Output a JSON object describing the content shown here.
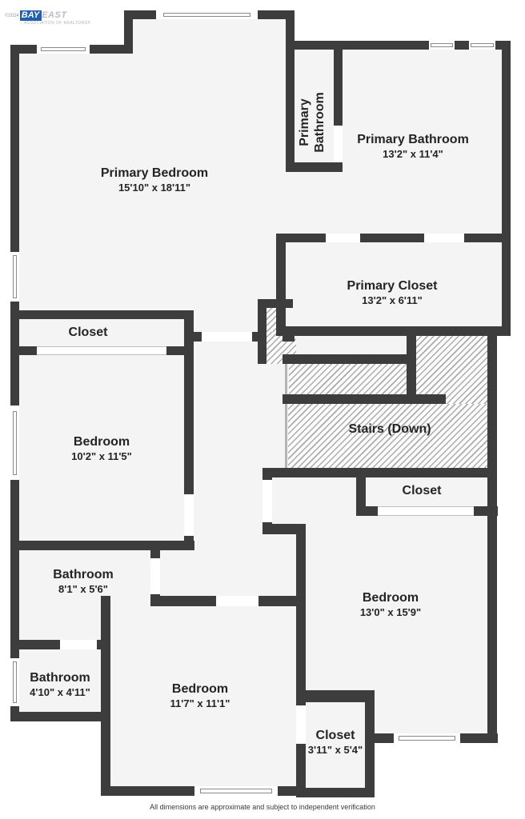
{
  "logo": {
    "copyright": "©2024",
    "brand_bay": "BAY",
    "brand_east": "EAST",
    "tagline": "ASSOCIATION OF REALTORS®"
  },
  "rooms": {
    "primary_bedroom": {
      "name": "Primary Bedroom",
      "dims": "15'10\" x 18'11\""
    },
    "primary_bathroom_hall": {
      "name": "Primary Bathroom"
    },
    "primary_bathroom": {
      "name": "Primary Bathroom",
      "dims": "13'2\" x 11'4\""
    },
    "primary_closet": {
      "name": "Primary Closet",
      "dims": "13'2\" x 6'11\""
    },
    "closet_upper_left": {
      "name": "Closet"
    },
    "bedroom_left": {
      "name": "Bedroom",
      "dims": "10'2\" x 11'5\""
    },
    "stairs": {
      "name": "Stairs (Down)"
    },
    "closet_right": {
      "name": "Closet"
    },
    "bedroom_right": {
      "name": "Bedroom",
      "dims": "13'0\" x 15'9\""
    },
    "bathroom_hall": {
      "name": "Bathroom",
      "dims": "8'1\" x 5'6\""
    },
    "bathroom_corner": {
      "name": "Bathroom",
      "dims": "4'10\" x 4'11\""
    },
    "bedroom_bottom": {
      "name": "Bedroom",
      "dims": "11'7\" x 11'1\""
    },
    "closet_bottom": {
      "name": "Closet",
      "dims": "3'11\" x 5'4\""
    }
  },
  "footer": {
    "disclaimer": "All dimensions are approximate and subject to independent verification"
  },
  "colors": {
    "wall": "#3d3d3d",
    "floor": "#f4f4f4",
    "text": "#242424",
    "logo_blue": "#1f5fae"
  }
}
